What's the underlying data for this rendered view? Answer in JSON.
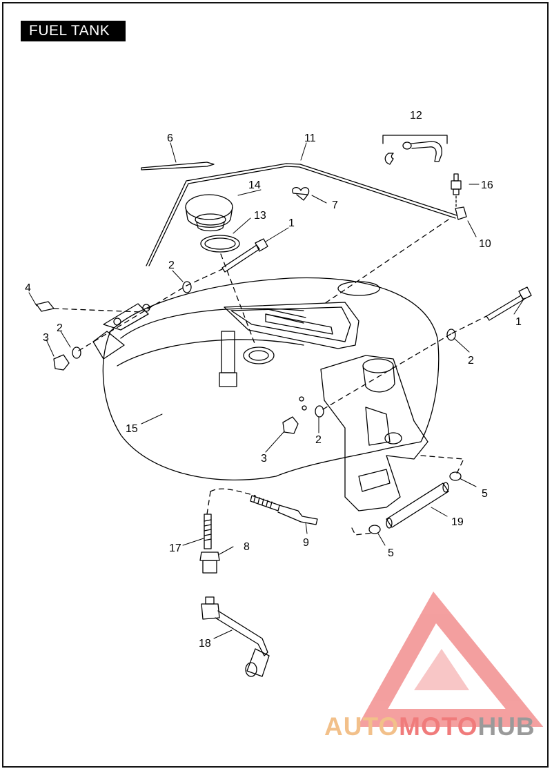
{
  "title": "FUEL TANK",
  "callouts": [
    {
      "key": "c1a",
      "label": "1"
    },
    {
      "key": "c1b",
      "label": "1"
    },
    {
      "key": "c2a",
      "label": "2"
    },
    {
      "key": "c2b",
      "label": "2"
    },
    {
      "key": "c2c",
      "label": "2"
    },
    {
      "key": "c2d",
      "label": "2"
    },
    {
      "key": "c3a",
      "label": "3"
    },
    {
      "key": "c3b",
      "label": "3"
    },
    {
      "key": "c4",
      "label": "4"
    },
    {
      "key": "c5a",
      "label": "5"
    },
    {
      "key": "c5b",
      "label": "5"
    },
    {
      "key": "c6",
      "label": "6"
    },
    {
      "key": "c7",
      "label": "7"
    },
    {
      "key": "c8",
      "label": "8"
    },
    {
      "key": "c9",
      "label": "9"
    },
    {
      "key": "c10",
      "label": "10"
    },
    {
      "key": "c11",
      "label": "11"
    },
    {
      "key": "c12",
      "label": "12"
    },
    {
      "key": "c13",
      "label": "13"
    },
    {
      "key": "c14",
      "label": "14"
    },
    {
      "key": "c15",
      "label": "15"
    },
    {
      "key": "c16",
      "label": "16"
    },
    {
      "key": "c17",
      "label": "17"
    },
    {
      "key": "c18",
      "label": "18"
    },
    {
      "key": "c19",
      "label": "19"
    }
  ],
  "watermark": {
    "part1": "AUTO",
    "part2": "MOTO",
    "part3": "HUB",
    "colors": {
      "auto": "#f2c08a",
      "moto": "#f07b7b",
      "hub": "#9a9a9a",
      "logo": "#f08080"
    }
  }
}
